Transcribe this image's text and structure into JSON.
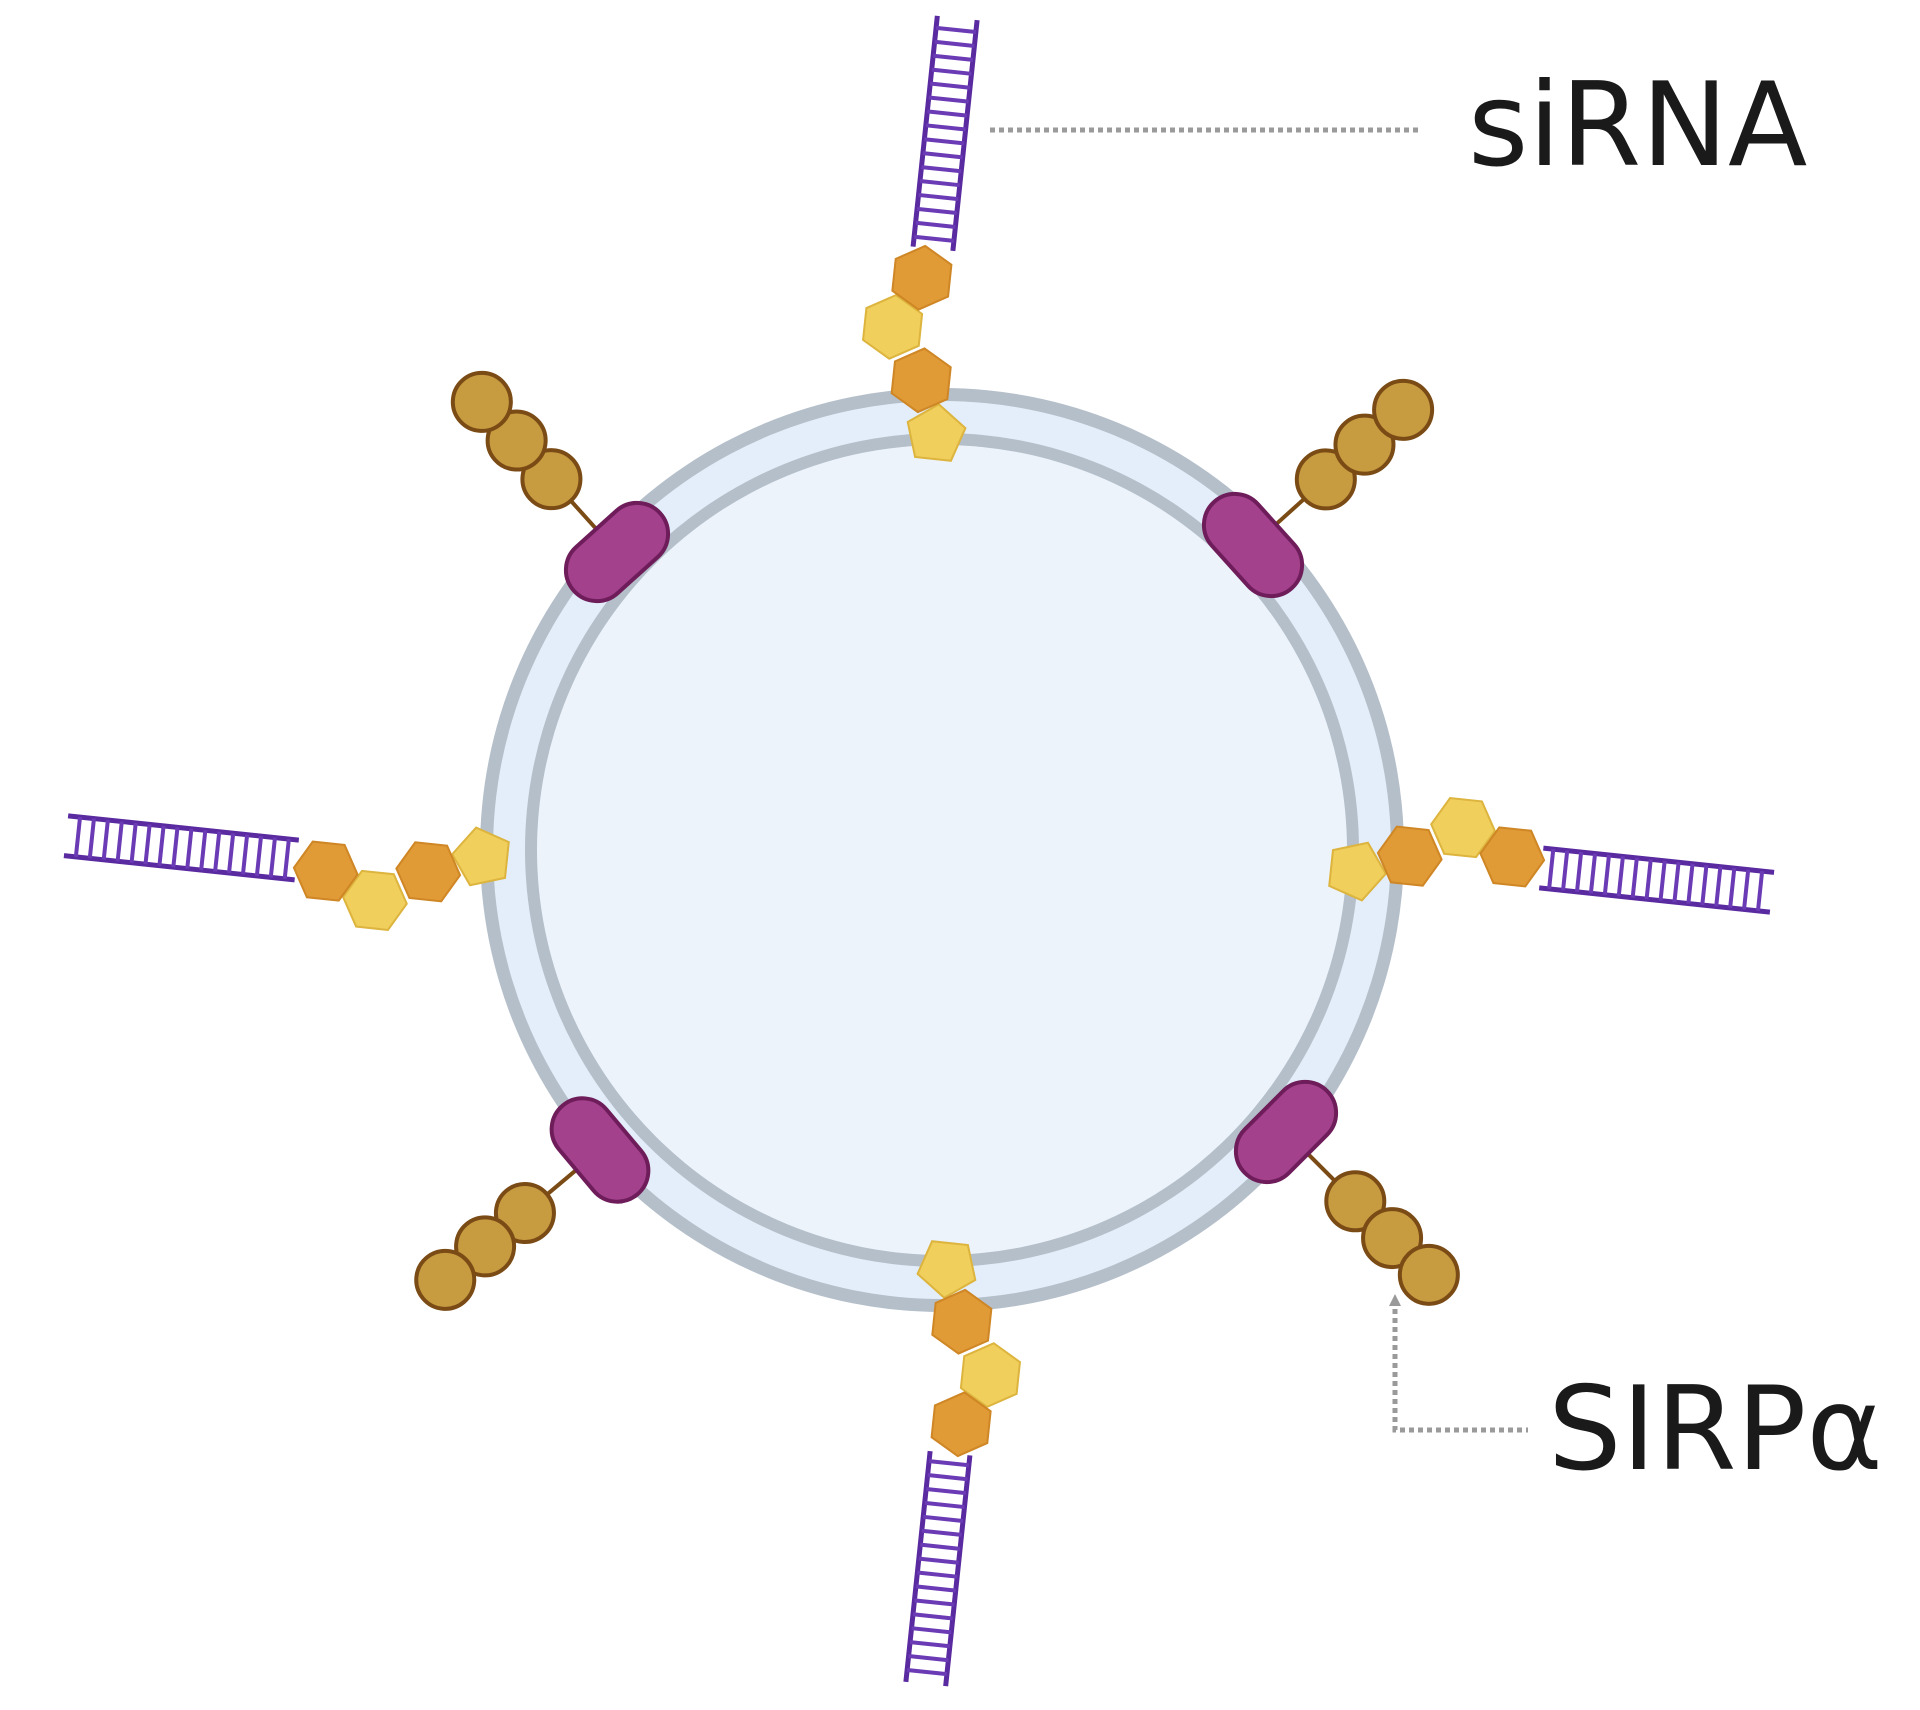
{
  "labels": {
    "sirna": "siRNA",
    "sirpa": "SIRPα"
  },
  "colors": {
    "background": "#ffffff",
    "membrane_outer": "#b4bfca",
    "membrane_fill": "#e3eefa",
    "core_fill": "#edf3fb",
    "sirna_strand": "#5a2aa0",
    "sirna_rung": "#6a3bb5",
    "linker_orange": "#e09a36",
    "linker_yellow": "#f1cf5c",
    "receptor_magenta": "#a3418d",
    "receptor_border": "#6e1d5a",
    "bead_fill": "#c79b40",
    "bead_border": "#7a4b15",
    "leader_line": "#9a9a9a"
  },
  "icons": {
    "sirna": "double-strand-ladder",
    "linker": "hexagon-chain",
    "receptor": "capsule-with-bead-chain"
  }
}
